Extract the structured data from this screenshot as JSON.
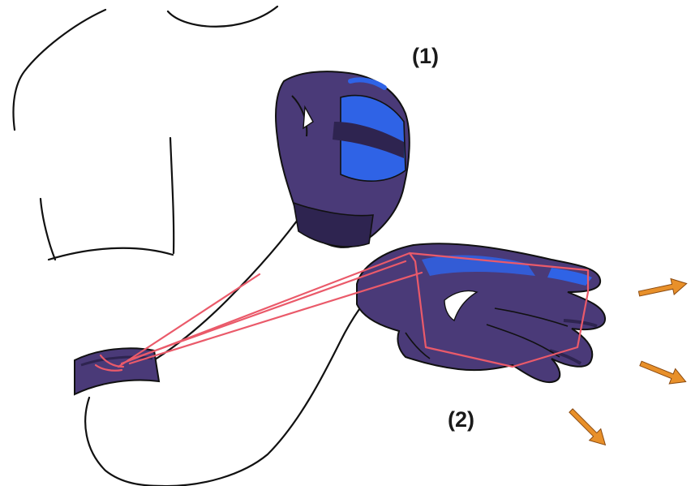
{
  "labels": {
    "glove_1": "(1)",
    "glove_2": "(2)"
  },
  "colors": {
    "outline": "#111111",
    "glove_dark": "#4a3a78",
    "glove_shadow": "#2e2450",
    "glove_blue": "#2f63e6",
    "tendon_red": "#ea5a6a",
    "arrow_orange": "#e8902a"
  },
  "icons": [
    "glove-fist-icon",
    "glove-open-hand-icon",
    "wrist-cuff-icon",
    "tendon-lines",
    "motion-arrow-icon"
  ]
}
